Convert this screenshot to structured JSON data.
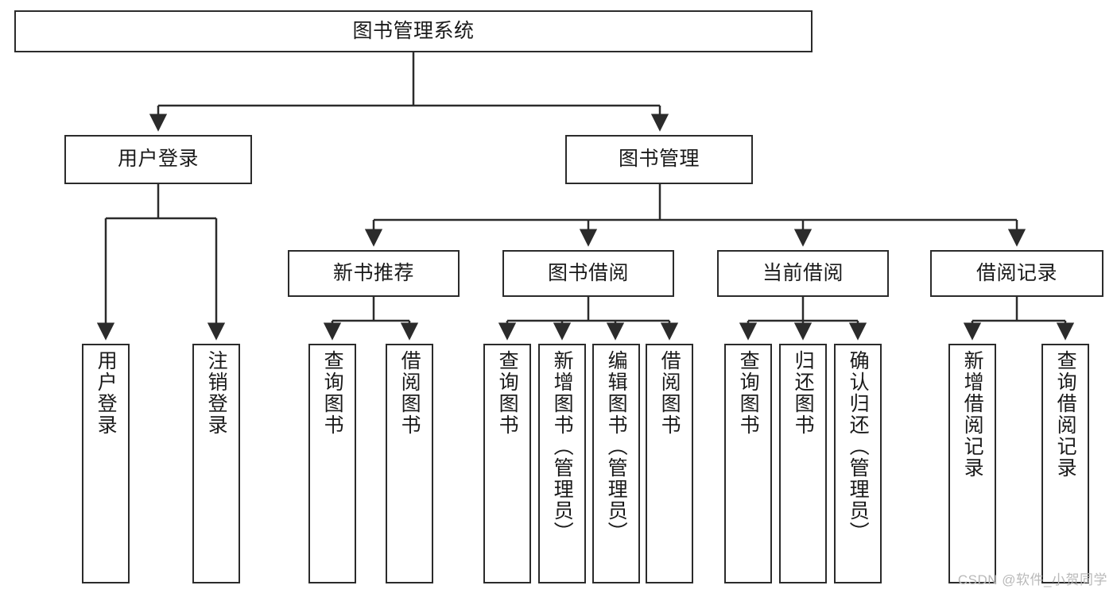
{
  "diagram": {
    "title": "图书管理系统",
    "type": "tree",
    "root": {
      "id": "root",
      "label": "图书管理系统",
      "level": 0
    },
    "nodes": [
      {
        "id": "root",
        "label": "图书管理系统",
        "level": 0,
        "parent": null,
        "orientation": "horizontal"
      },
      {
        "id": "user-login",
        "label": "用户登录",
        "level": 1,
        "parent": "root",
        "orientation": "horizontal"
      },
      {
        "id": "book-manage",
        "label": "图书管理",
        "level": 1,
        "parent": "root",
        "orientation": "horizontal"
      },
      {
        "id": "new-book-rec",
        "label": "新书推荐",
        "level": 2,
        "parent": "book-manage",
        "orientation": "horizontal"
      },
      {
        "id": "book-borrow",
        "label": "图书借阅",
        "level": 2,
        "parent": "book-manage",
        "orientation": "horizontal"
      },
      {
        "id": "current-borrow",
        "label": "当前借阅",
        "level": 2,
        "parent": "book-manage",
        "orientation": "horizontal"
      },
      {
        "id": "borrow-record",
        "label": "借阅记录",
        "level": 2,
        "parent": "book-manage",
        "orientation": "horizontal"
      },
      {
        "id": "leaf-user-login",
        "label": "用户登录",
        "level": 3,
        "parent": "user-login",
        "orientation": "vertical"
      },
      {
        "id": "leaf-logout",
        "label": "注销登录",
        "level": 3,
        "parent": "user-login",
        "orientation": "vertical"
      },
      {
        "id": "leaf-query-book-1",
        "label": "查询图书",
        "level": 3,
        "parent": "new-book-rec",
        "orientation": "vertical"
      },
      {
        "id": "leaf-borrow-book-1",
        "label": "借阅图书",
        "level": 3,
        "parent": "new-book-rec",
        "orientation": "vertical"
      },
      {
        "id": "leaf-query-book-2",
        "label": "查询图书",
        "level": 3,
        "parent": "book-borrow",
        "orientation": "vertical"
      },
      {
        "id": "leaf-add-book",
        "label": "新增图书（管理员）",
        "level": 3,
        "parent": "book-borrow",
        "orientation": "vertical"
      },
      {
        "id": "leaf-edit-book",
        "label": "编辑图书（管理员）",
        "level": 3,
        "parent": "book-borrow",
        "orientation": "vertical"
      },
      {
        "id": "leaf-borrow-book-2",
        "label": "借阅图书",
        "level": 3,
        "parent": "book-borrow",
        "orientation": "vertical"
      },
      {
        "id": "leaf-query-book-3",
        "label": "查询图书",
        "level": 3,
        "parent": "current-borrow",
        "orientation": "vertical"
      },
      {
        "id": "leaf-return-book",
        "label": "归还图书",
        "level": 3,
        "parent": "current-borrow",
        "orientation": "vertical"
      },
      {
        "id": "leaf-confirm-return",
        "label": "确认归还（管理员）",
        "level": 3,
        "parent": "current-borrow",
        "orientation": "vertical"
      },
      {
        "id": "leaf-add-record",
        "label": "新增借阅记录",
        "level": 3,
        "parent": "borrow-record",
        "orientation": "vertical"
      },
      {
        "id": "leaf-query-record",
        "label": "查询借阅记录",
        "level": 3,
        "parent": "borrow-record",
        "orientation": "vertical"
      }
    ]
  },
  "watermark": {
    "text": "CSDN @软件_小贺同学"
  },
  "colors": {
    "stroke": "#2b2b2b",
    "fill": "#ffffff",
    "text": "#1a1a1a",
    "watermark": "#b9b9b9"
  }
}
